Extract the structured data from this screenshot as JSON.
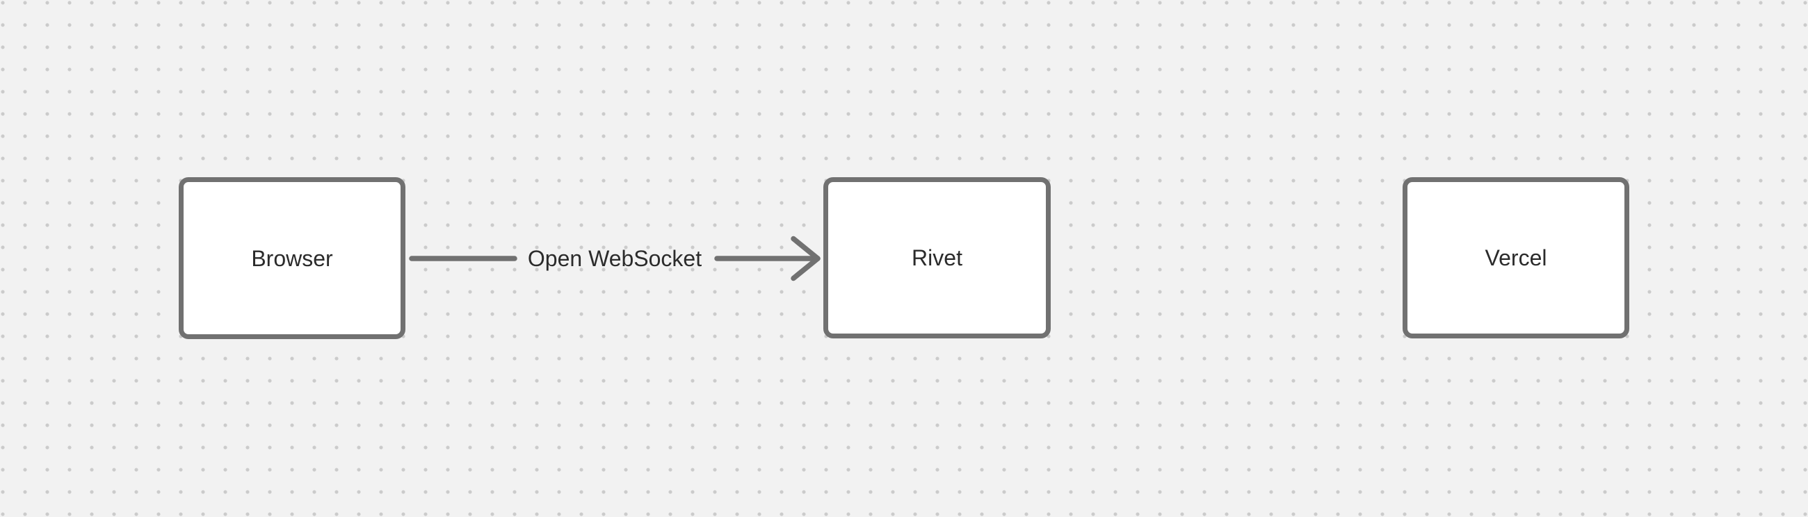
{
  "canvas": {
    "background_color": "#f2f2f2",
    "dot_color": "#cbcbcb"
  },
  "colors": {
    "stroke": "#717171",
    "node_fill": "#ffffff",
    "text": "#2b2b2b"
  },
  "nodes": [
    {
      "id": "browser",
      "label": "Browser"
    },
    {
      "id": "rivet",
      "label": "Rivet"
    },
    {
      "id": "vercel",
      "label": "Vercel"
    }
  ],
  "edges": [
    {
      "id": "browser-to-rivet",
      "from": "browser",
      "to": "rivet",
      "label": "Open WebSocket",
      "arrowhead_icon": "chevron-right-arrowhead-icon"
    }
  ]
}
